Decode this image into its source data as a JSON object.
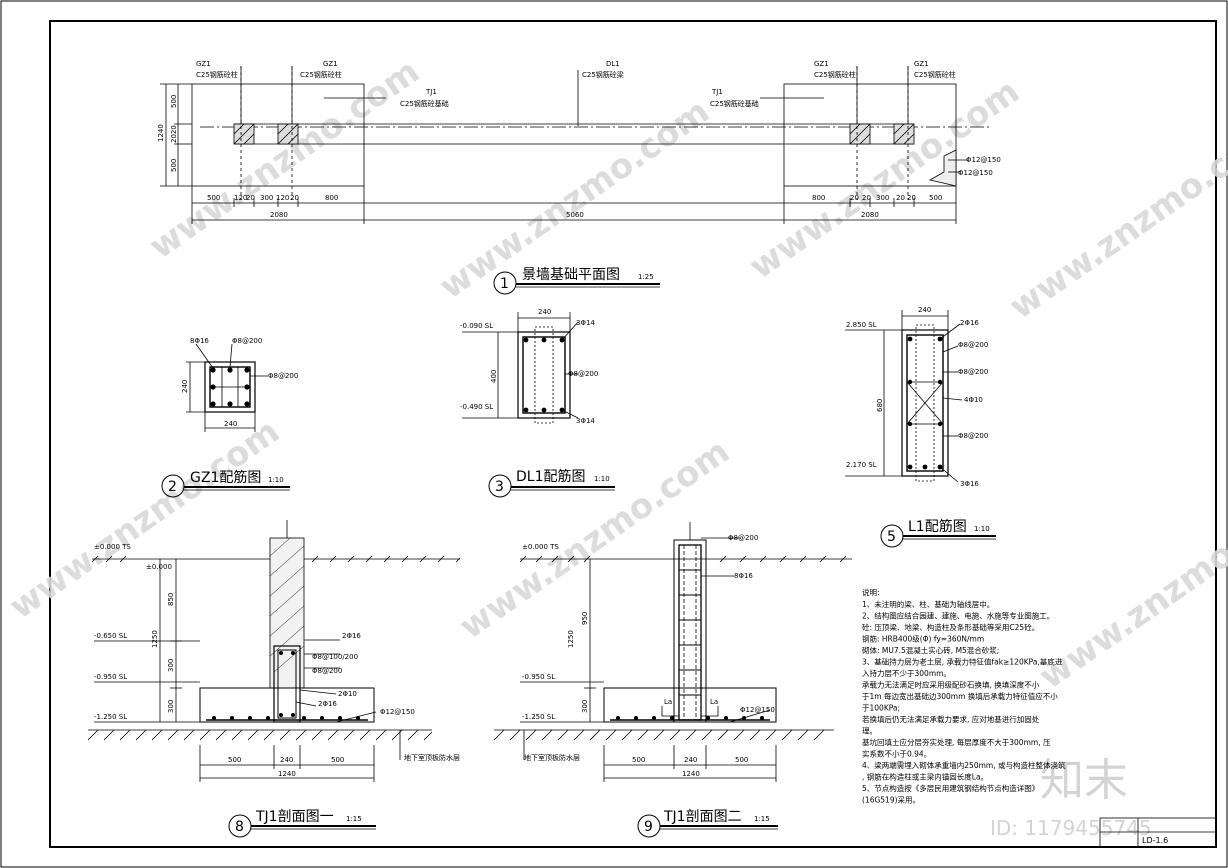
{
  "plan": {
    "gz1_a": "GZ1",
    "gz1_a_sub": "C25钢筋砼柱",
    "gz1_b": "GZ1",
    "gz1_b_sub": "C25钢筋砼柱",
    "dl1": "DL1",
    "dl1_sub": "C25钢筋砼梁",
    "tj1_a": "TJ1",
    "tj1_a_sub": "C25钢筋砼基础",
    "tj1_b": "TJ1",
    "tj1_b_sub": "C25钢筋砼基础",
    "gz1_c": "GZ1",
    "gz1_c_sub": "C25钢筋砼柱",
    "gz1_d": "GZ1",
    "gz1_d_sub": "C25钢筋砼柱",
    "dim_left_total": "1240",
    "dim_left_top": "500",
    "dim_left_mid": "2020",
    "dim_left_bot": "500",
    "dims_row_left": [
      "500",
      "120",
      "20",
      "120",
      "20",
      "300",
      "800"
    ],
    "dims_row_right": [
      "800",
      "20",
      "20",
      "300",
      "20",
      "20",
      "500"
    ],
    "dim_span_left": "2080",
    "dim_span_mid": "5060",
    "dim_span_right": "2080",
    "rebar_a": "Φ12@150",
    "rebar_b": "Φ12@150",
    "title": "景墙基础平面图",
    "num": "1",
    "scale": "1:25"
  },
  "gz1": {
    "top_left": "8Φ16",
    "top_right": "Φ8@200",
    "side_right": "Φ8@200",
    "dim_h": "240",
    "dim_w": "240",
    "title": "GZ1配筋图",
    "num": "2",
    "scale": "1:10"
  },
  "dl1": {
    "lvl_top": "-0.090 SL",
    "lvl_bot": "-0.490 SL",
    "dim_w": "240",
    "dim_h": "400",
    "rebar_top": "3Φ14",
    "rebar_stir": "Φ8@200",
    "rebar_bot": "3Φ14",
    "title": "DL1配筋图",
    "num": "3",
    "scale": "1:10"
  },
  "l1": {
    "lvl_top": "2.850 SL",
    "lvl_bot": "2.170 SL",
    "dim_w": "240",
    "dim_h": "680",
    "r1": "2Φ16",
    "r2": "Φ8@200",
    "r3": "Φ8@200",
    "r4": "4Φ10",
    "r5": "Φ8@200",
    "r6": "3Φ16",
    "title": "L1配筋图",
    "num": "5",
    "scale": "1:10"
  },
  "tj1a": {
    "lvl0": "±0.000 TS",
    "lvl1": "-0.650 SL",
    "lvl2": "-0.950 SL",
    "lvl3": "-1.250 SL",
    "lvl_mark": "±0.000",
    "d850": "850",
    "d1250": "1250",
    "d300a": "300",
    "d300b": "300",
    "r1": "2Φ16",
    "r2": "Φ8@100/200",
    "r3": "Φ8@200",
    "r4": "2Φ10",
    "r5": "2Φ16",
    "r6": "Φ12@150",
    "wp": "地下室顶板防水层",
    "d500a": "500",
    "d240": "240",
    "d500b": "500",
    "d1240": "1240",
    "title": "TJ1剖面图一",
    "num": "8",
    "scale": "1:15"
  },
  "tj1b": {
    "lvl0": "±0.000 TS",
    "lvl2": "-0.950 SL",
    "lvl3": "-1.250 SL",
    "d950": "950",
    "d1250": "1250",
    "d300": "300",
    "r1": "Φ8@200",
    "r2": "8Φ16",
    "r3": "Φ12@150",
    "la1": "La",
    "la2": "La",
    "wp": "地下室顶板防水层",
    "d500a": "500",
    "d240": "240",
    "d500b": "500",
    "d1240": "1240",
    "title": "TJ1剖面图二",
    "num": "9",
    "scale": "1:15"
  },
  "notes": {
    "heading": "说明:",
    "lines": [
      "1、未注明的梁、柱、基础为轴线居中。",
      "2、结构图应结合园建、建施、电施、水施等专业图施工。",
      "   砼: 压顶梁、地梁、构造柱及条形基础等采用C25砼。",
      "   钢筋: HRB400级(Φ) fy=360N/mm",
      "   砌体: MU7.5混凝土实心砖, M5混合砂浆;",
      "3、基础持力层为老土层, 承载力特征值fak≥120KPa,基底进",
      "入持力层不少于300mm。",
      "   承载力无法满足时应采用级配砂石换填, 换填深度不小",
      "于1m  每边宽出基础边300mm  换填后承载力特征值应不小",
      "于100KPa;",
      "   若换填后仍无法满足承载力要求, 应对地基进行加固处",
      "理。",
      "   基坑回填土应分层夯实处理, 每层厚度不大于300mm, 压",
      "实系数不小于0.94。",
      "4、梁两端需埋入砌体承重墙内250mm, 或与构造柱整体浇筑",
      ", 钢筋在构造柱或主梁内锚固长度La。",
      "5、节点构造按《多层民用建筑钢结构节点构造详图》",
      "(16G519)采用。"
    ]
  },
  "titleblock": {
    "drawing_no": "LD-1.6"
  },
  "watermark": {
    "brand": "www.znzmo.com",
    "logo_text": "知末",
    "id_text": "ID: 1179455745"
  }
}
